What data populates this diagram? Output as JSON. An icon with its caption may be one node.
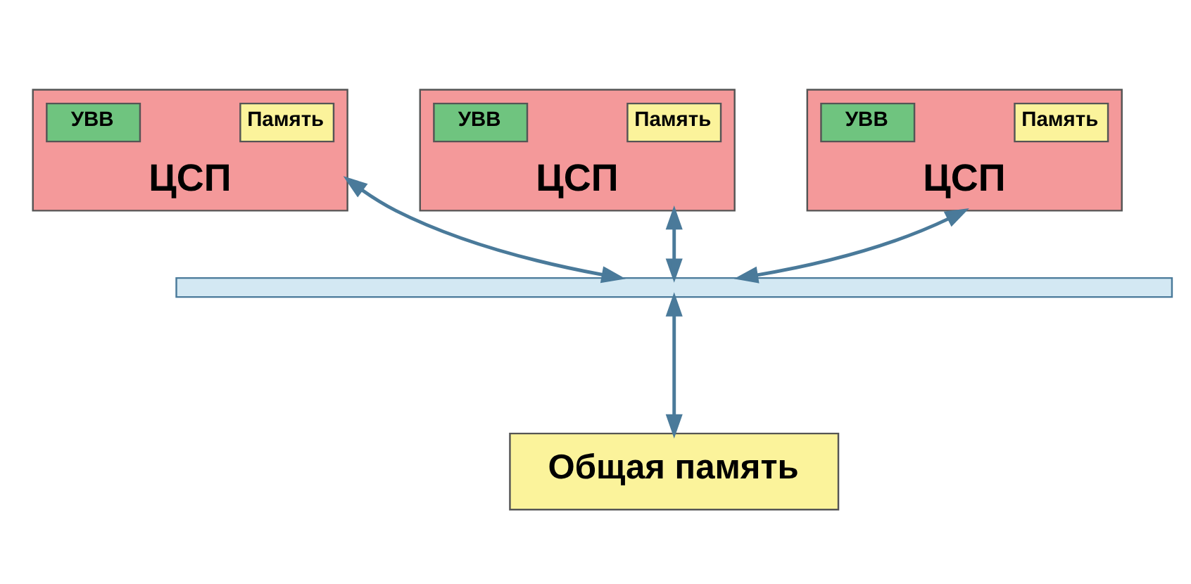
{
  "diagram": {
    "nodes": [
      {
        "text": [
          "ЦСП"
        ]
      },
      {
        "text": [
          "Память"
        ],
        "in": 0
      },
      {
        "text": [
          "УВВ"
        ],
        "in": 0
      },
      {
        "text": [
          "ЦСП"
        ]
      },
      {
        "text": [
          "Память"
        ],
        "in": 3
      },
      {
        "text": [
          "УВВ"
        ],
        "in": 3
      },
      {
        "text": [
          "ЦСП"
        ]
      },
      {
        "text": [
          "Память"
        ],
        "in": 6
      },
      {
        "text": [
          "УВВ"
        ],
        "in": 6
      },
      {
        "text": [],
        "shape": "bar"
      },
      {
        "text": [
          "Общая память"
        ]
      }
    ],
    "edges": [
      {
        "from": 0,
        "to": 9,
        "arrow": "both"
      },
      {
        "from": 3,
        "to": 9,
        "arrow": "both"
      },
      {
        "from": 6,
        "to": 9,
        "arrow": "both"
      },
      {
        "from": 9,
        "to": 10,
        "arrow": "both"
      }
    ]
  }
}
